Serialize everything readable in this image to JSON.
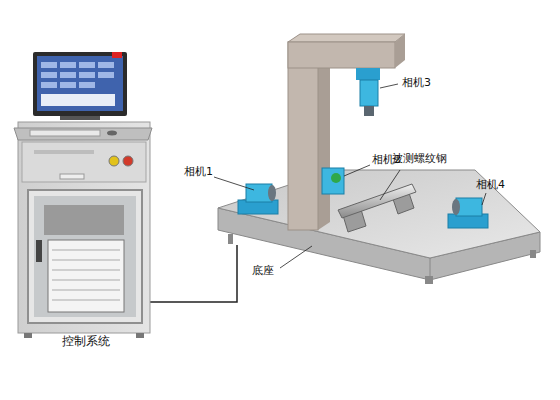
{
  "diagram": {
    "labels": [
      "相机3",
      "相机2",
      "相机1",
      "被测螺纹钢",
      "相机4",
      "底座",
      "控制系统"
    ]
  }
}
